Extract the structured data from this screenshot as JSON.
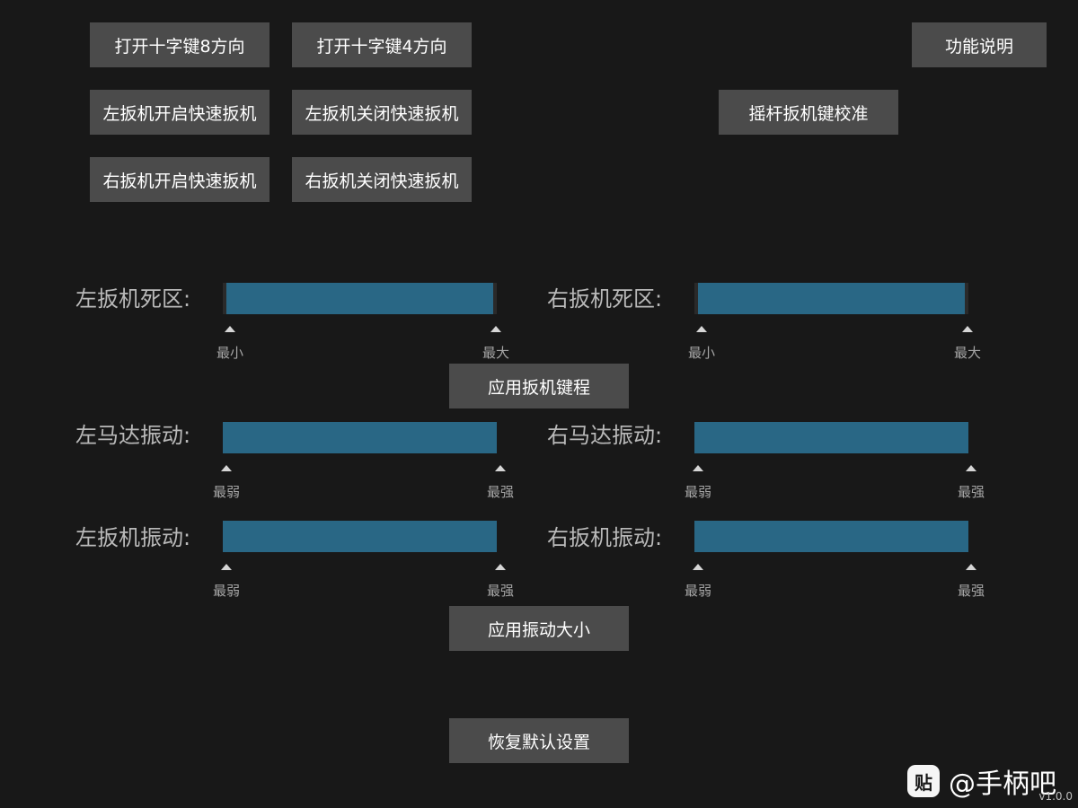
{
  "buttons": {
    "dpad8": "打开十字键8方向",
    "dpad4": "打开十字键4方向",
    "help": "功能说明",
    "lt_fast_on": "左扳机开启快速扳机",
    "lt_fast_off": "左扳机关闭快速扳机",
    "calibrate": "摇杆扳机键校准",
    "rt_fast_on": "右扳机开启快速扳机",
    "rt_fast_off": "右扳机关闭快速扳机",
    "apply_trigger": "应用扳机键程",
    "apply_vibration": "应用振动大小",
    "reset": "恢复默认设置"
  },
  "sliders": {
    "lt_deadzone": {
      "label": "左扳机死区:",
      "min": "最小",
      "max": "最大",
      "range_start": 0.0,
      "range_end": 1.0
    },
    "rt_deadzone": {
      "label": "右扳机死区:",
      "min": "最小",
      "max": "最大",
      "range_start": 0.0,
      "range_end": 1.0
    },
    "l_motor": {
      "label": "左马达振动:",
      "min": "最弱",
      "max": "最强",
      "value": 1.0
    },
    "r_motor": {
      "label": "右马达振动:",
      "min": "最弱",
      "max": "最强",
      "value": 1.0
    },
    "lt_vibration": {
      "label": "左扳机振动:",
      "min": "最弱",
      "max": "最强",
      "value": 1.0
    },
    "rt_vibration": {
      "label": "右扳机振动:",
      "min": "最弱",
      "max": "最强",
      "value": 1.0
    }
  },
  "watermark": {
    "icon": "贴",
    "text": "@手柄吧"
  },
  "version": "v1.0.0",
  "colors": {
    "background": "#181818",
    "button": "#4b4b4b",
    "slider_fill": "#296785"
  }
}
